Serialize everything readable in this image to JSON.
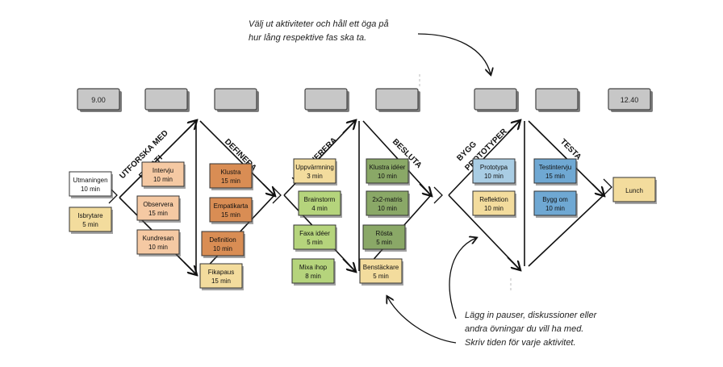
{
  "notes": {
    "top_line1": "Välj ut aktiviteter och håll ett öga på",
    "top_line2": "hur lång respektive fas ska ta.",
    "bottom_line1": "Lägg in pauser, diskussioner eller",
    "bottom_line2": "andra övningar du vill ha med.",
    "bottom_line3": "Skriv tiden för varje aktivitet."
  },
  "time_boxes": [
    "9.00",
    "",
    "",
    "",
    "",
    "",
    "",
    "",
    "12.40"
  ],
  "phases": {
    "utforska_line1": "UTFORSKA MED",
    "utforska_line2": "EMPATI",
    "definera": "DEFINERA",
    "ideer": "IDÉGENERERA",
    "besluta": "BESLUTA",
    "bygg_line1": "BYGG",
    "bygg_line2": "PROTOTYPER",
    "testa": "TESTA"
  },
  "stickies": [
    {
      "title": "Utmaningen",
      "time": "10 min",
      "color": "#ffffff"
    },
    {
      "title": "Isbrytare",
      "time": "5 min",
      "color": "#f3dc9d"
    },
    {
      "title": "Intervju",
      "time": "10 min",
      "color": "#f5c9a3"
    },
    {
      "title": "Observera",
      "time": "15 min",
      "color": "#f5c9a3"
    },
    {
      "title": "Kundresan",
      "time": "10 min",
      "color": "#f5c9a3"
    },
    {
      "title": "Klustra",
      "time": "15 min",
      "color": "#d98d54"
    },
    {
      "title": "Empatikarta",
      "time": "15 min",
      "color": "#d98d54"
    },
    {
      "title": "Definition",
      "time": "10 min",
      "color": "#d98d54"
    },
    {
      "title": "Fikapaus",
      "time": "15 min",
      "color": "#f3dc9d"
    },
    {
      "title": "Uppvärmning",
      "time": "3 min",
      "color": "#f3dc9d"
    },
    {
      "title": "Brainstorm",
      "time": "4 min",
      "color": "#b5d47c"
    },
    {
      "title": "Faxa idéer",
      "time": "5 min",
      "color": "#b5d47c"
    },
    {
      "title": "Mixa ihop",
      "time": "8 min",
      "color": "#b5d47c"
    },
    {
      "title": "Klustra idéer",
      "time": "10 min",
      "color": "#8aa867"
    },
    {
      "title": "2x2-matris",
      "time": "10 min",
      "color": "#8aa867"
    },
    {
      "title": "Rösta",
      "time": "5 min",
      "color": "#8aa867"
    },
    {
      "title": "Benstäckare",
      "time": "5 min",
      "color": "#f3dc9d"
    },
    {
      "title": "Prototypa",
      "time": "10 min",
      "color": "#a9cde4"
    },
    {
      "title": "Reflektion",
      "time": "10 min",
      "color": "#f3dc9d"
    },
    {
      "title": "Testintervju",
      "time": "15 min",
      "color": "#6fa8d3"
    },
    {
      "title": "Bygg om",
      "time": "10 min",
      "color": "#6fa8d3"
    },
    {
      "title": "Lunch",
      "time": "",
      "color": "#f3dc9d"
    }
  ]
}
